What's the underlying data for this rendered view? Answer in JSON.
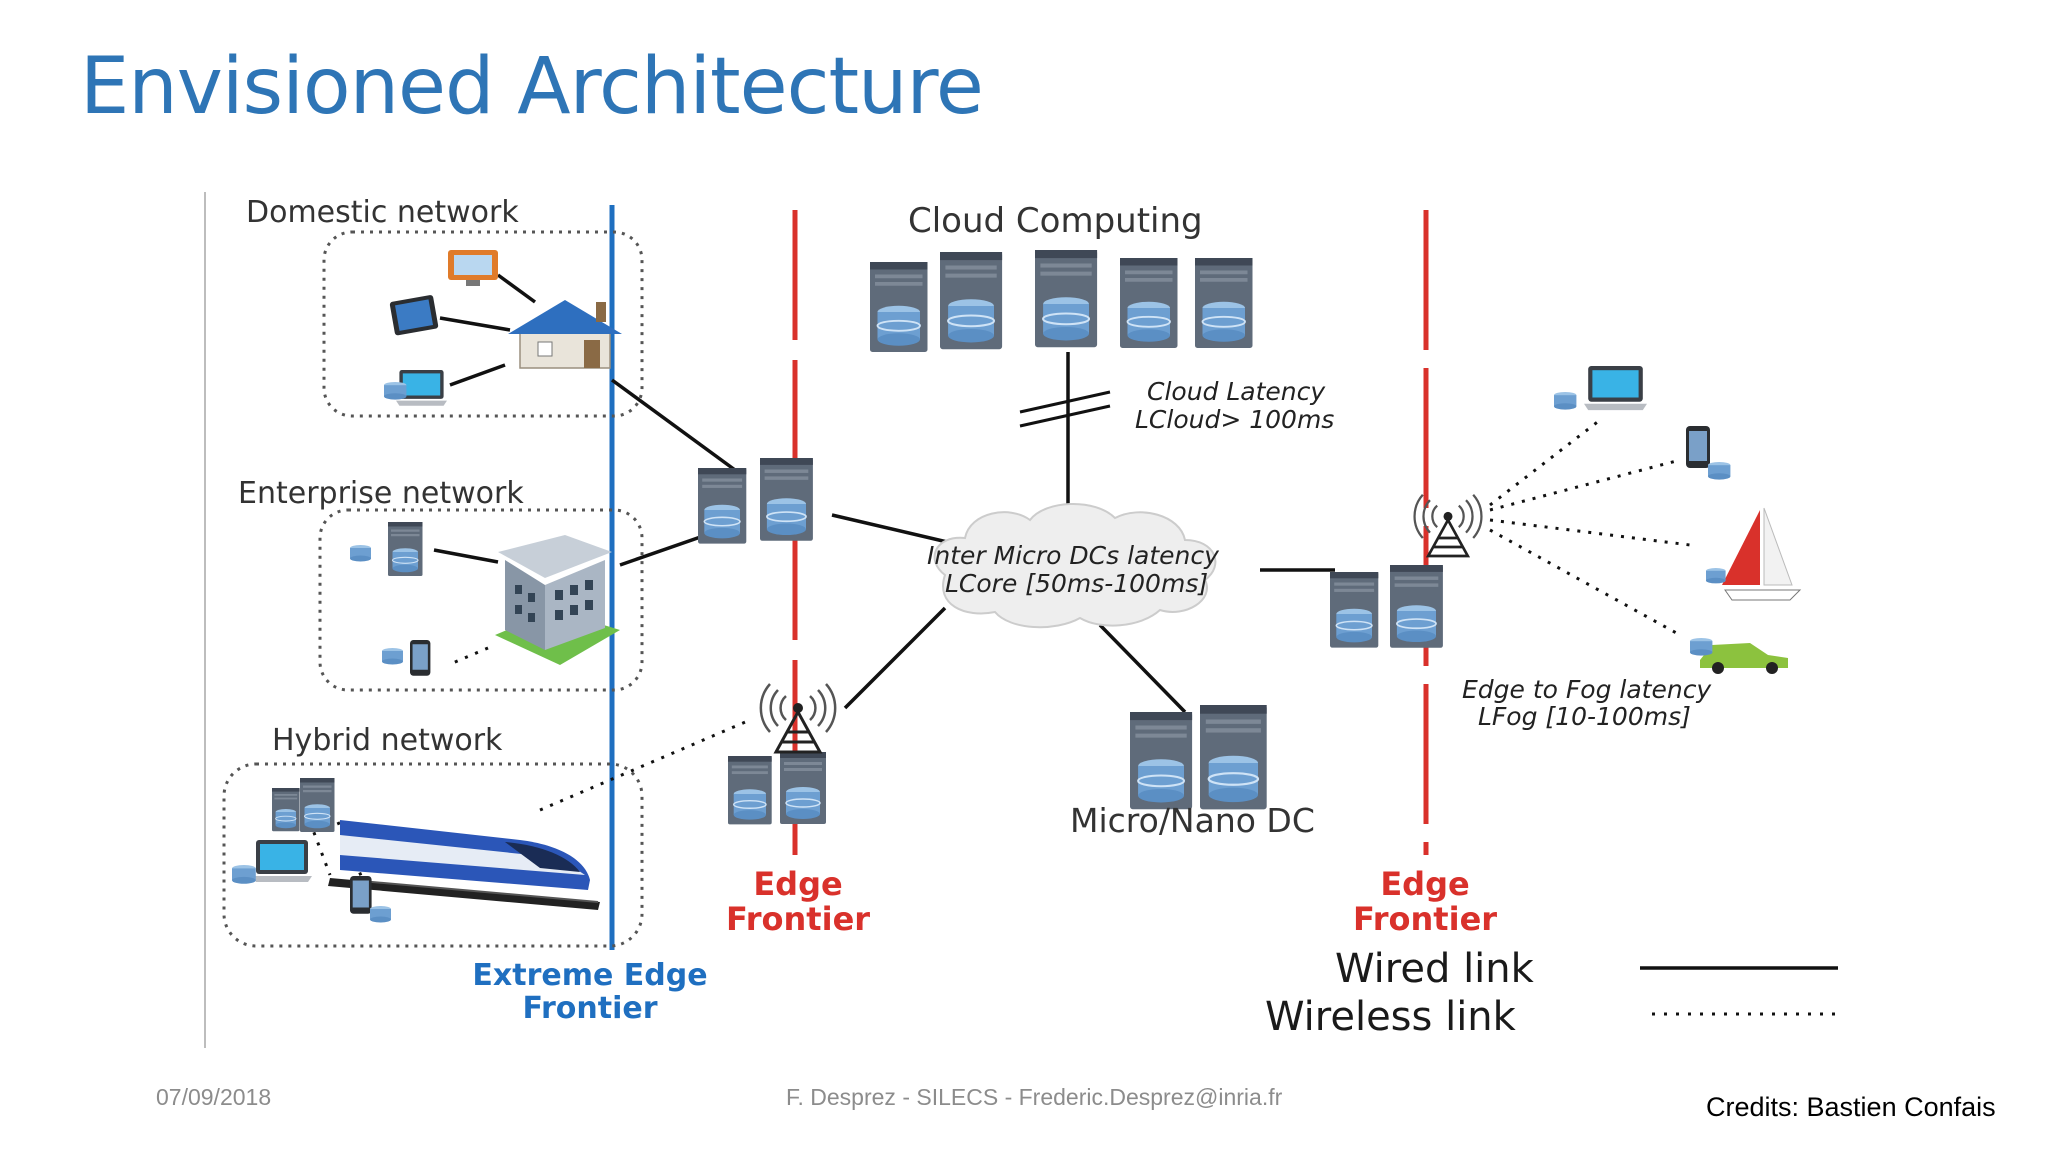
{
  "slide": {
    "title": "Envisioned Architecture",
    "date": "07/09/2018",
    "author": "F. Desprez - SILECS - Frederic.Desprez@inria.fr",
    "credits": "Credits: Bastien Confais"
  },
  "diagram": {
    "groups": {
      "domestic": "Domestic network",
      "enterprise": "Enterprise network",
      "hybrid": "Hybrid network"
    },
    "cloud_title": "Cloud Computing",
    "cloud_latency": [
      "Cloud Latency",
      "LCloud> 100ms"
    ],
    "core_latency": [
      "Inter Micro DCs latency",
      "LCore [50ms-100ms]"
    ],
    "micro_dc": "Micro/Nano DC",
    "edge_fog_latency": [
      "Edge to Fog latency",
      "LFog [10-100ms]"
    ],
    "edge_frontier": [
      "Edge",
      "Frontier"
    ],
    "extreme_frontier": [
      "Extreme Edge",
      "Frontier"
    ],
    "legend": {
      "wired": "Wired link",
      "wireless": "Wireless link"
    }
  },
  "colors": {
    "title": "#2e75b6",
    "edge_frontier": "#d9312b",
    "extreme_frontier": "#1f6fc0",
    "server_body": "#5f6b7a",
    "server_disk": "#7aa6d2"
  },
  "icons": [
    "house-icon",
    "office-building-icon",
    "train-icon",
    "sailboat-icon",
    "car-icon",
    "antenna-icon",
    "laptop-icon",
    "tablet-icon",
    "smartphone-icon",
    "server-rack-icon",
    "cloud-icon"
  ]
}
